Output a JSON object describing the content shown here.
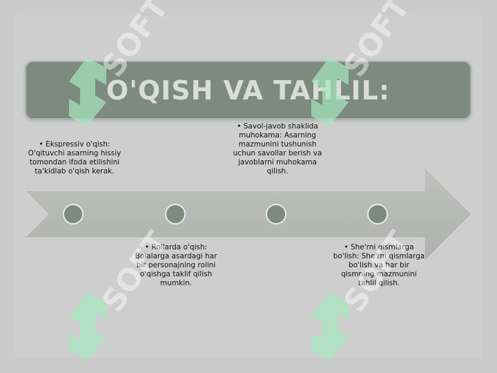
{
  "slide": {
    "title": "O'QISH VA TAHLIL:"
  },
  "timeline": {
    "items": [
      {
        "text": "• Ekspressiv o'qish: O'qituvchi asarning hissiy tomondan ifoda etilishini ta'kidlab o'qish kerak."
      },
      {
        "text": "• Rollarda o'qish: Bolalarga asardagi har bir personajning rolini o'qishga taklif qilish mumkin."
      },
      {
        "text": "• Savol-javob shaklida muhokama: Asarning mazmunini tushunish uchun savollar berish va javoblarni muhokama qilish."
      },
      {
        "text": "• She'rni qismlarga bo'lish: She'rni qismlarga bo'lish va har bir qismning mazmunini tahlil qilish."
      }
    ]
  },
  "watermark": {
    "text": "SOFT"
  },
  "colors": {
    "background": "#c9cac9",
    "title_bar": "#7d8a80",
    "title_text": "#d9ddd9",
    "arrow": "#b4b6b4",
    "node": "#7d8a80",
    "watermark_green": "#a6e8bd"
  }
}
